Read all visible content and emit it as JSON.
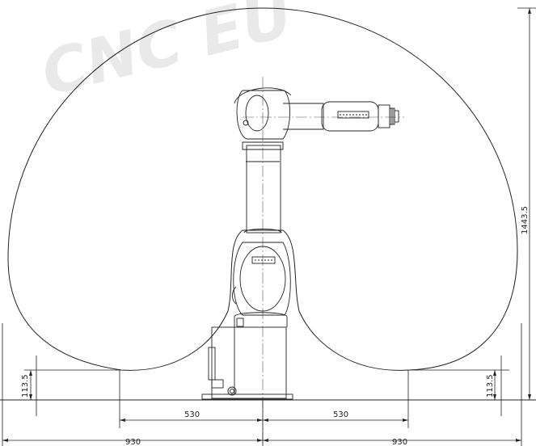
{
  "watermark": {
    "line1": "",
    "line2": "CNC EU"
  },
  "dimensions": {
    "left_inner_reach": "530",
    "right_inner_reach": "530",
    "left_outer_reach": "930",
    "right_outer_reach": "930",
    "left_base_offset": "113.5",
    "right_base_offset": "113.5",
    "max_height": "1443.5"
  },
  "colors": {
    "line": "#222222",
    "watermark": "#e9e9e9"
  }
}
